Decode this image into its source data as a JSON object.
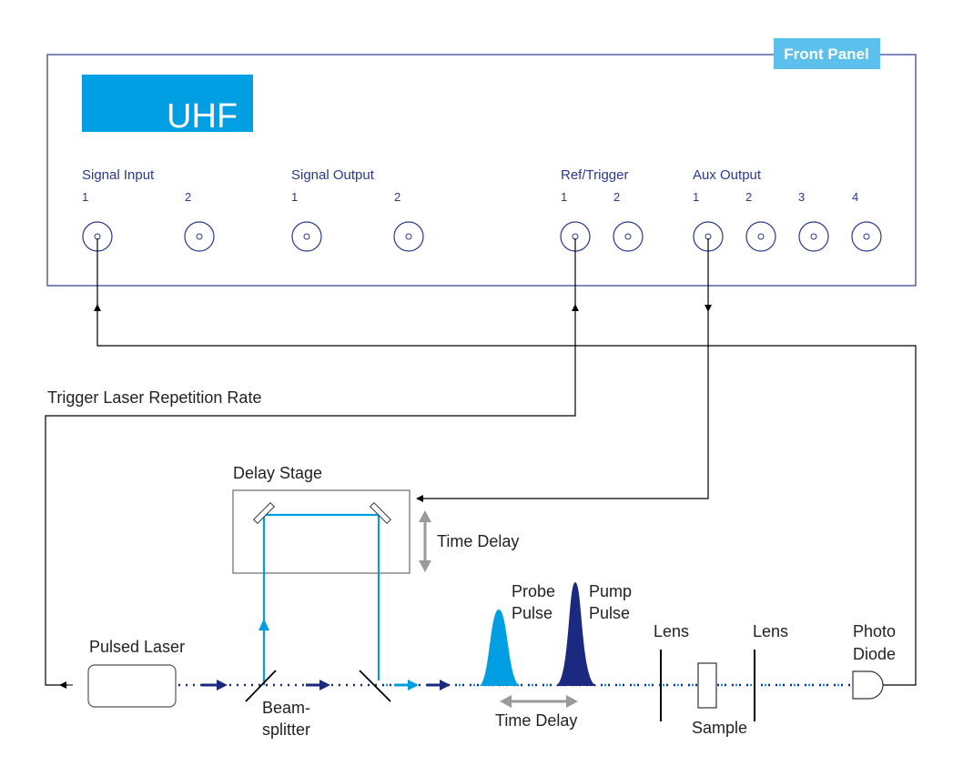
{
  "front_panel": {
    "title": "Front Panel",
    "logo": "UHF",
    "groups": [
      {
        "label": "Signal Input",
        "ports": [
          "1",
          "2"
        ]
      },
      {
        "label": "Signal Output",
        "ports": [
          "1",
          "2"
        ]
      },
      {
        "label": "Ref/Trigger",
        "ports": [
          "1",
          "2"
        ]
      },
      {
        "label": "Aux Output",
        "ports": [
          "1",
          "2",
          "3",
          "4"
        ]
      }
    ]
  },
  "labels": {
    "trigger": "Trigger Laser Repetition Rate",
    "delay_stage": "Delay Stage",
    "time_delay_stage": "Time Delay",
    "pulsed_laser": "Pulsed Laser",
    "beamsplitter_1": "Beam-",
    "beamsplitter_2": "splitter",
    "probe_1": "Probe",
    "probe_2": "Pulse",
    "pump_1": "Pump",
    "pump_2": "Pulse",
    "time_delay_pulses": "Time Delay",
    "lens_1": "Lens",
    "lens_2": "Lens",
    "sample": "Sample",
    "photodiode_1": "Photo",
    "photodiode_2": "Diode"
  },
  "colors": {
    "navy": "#1b2a80",
    "light_blue": "#009fe3",
    "panel_label": "#5bc0eb",
    "gray": "#9a9a9a"
  }
}
